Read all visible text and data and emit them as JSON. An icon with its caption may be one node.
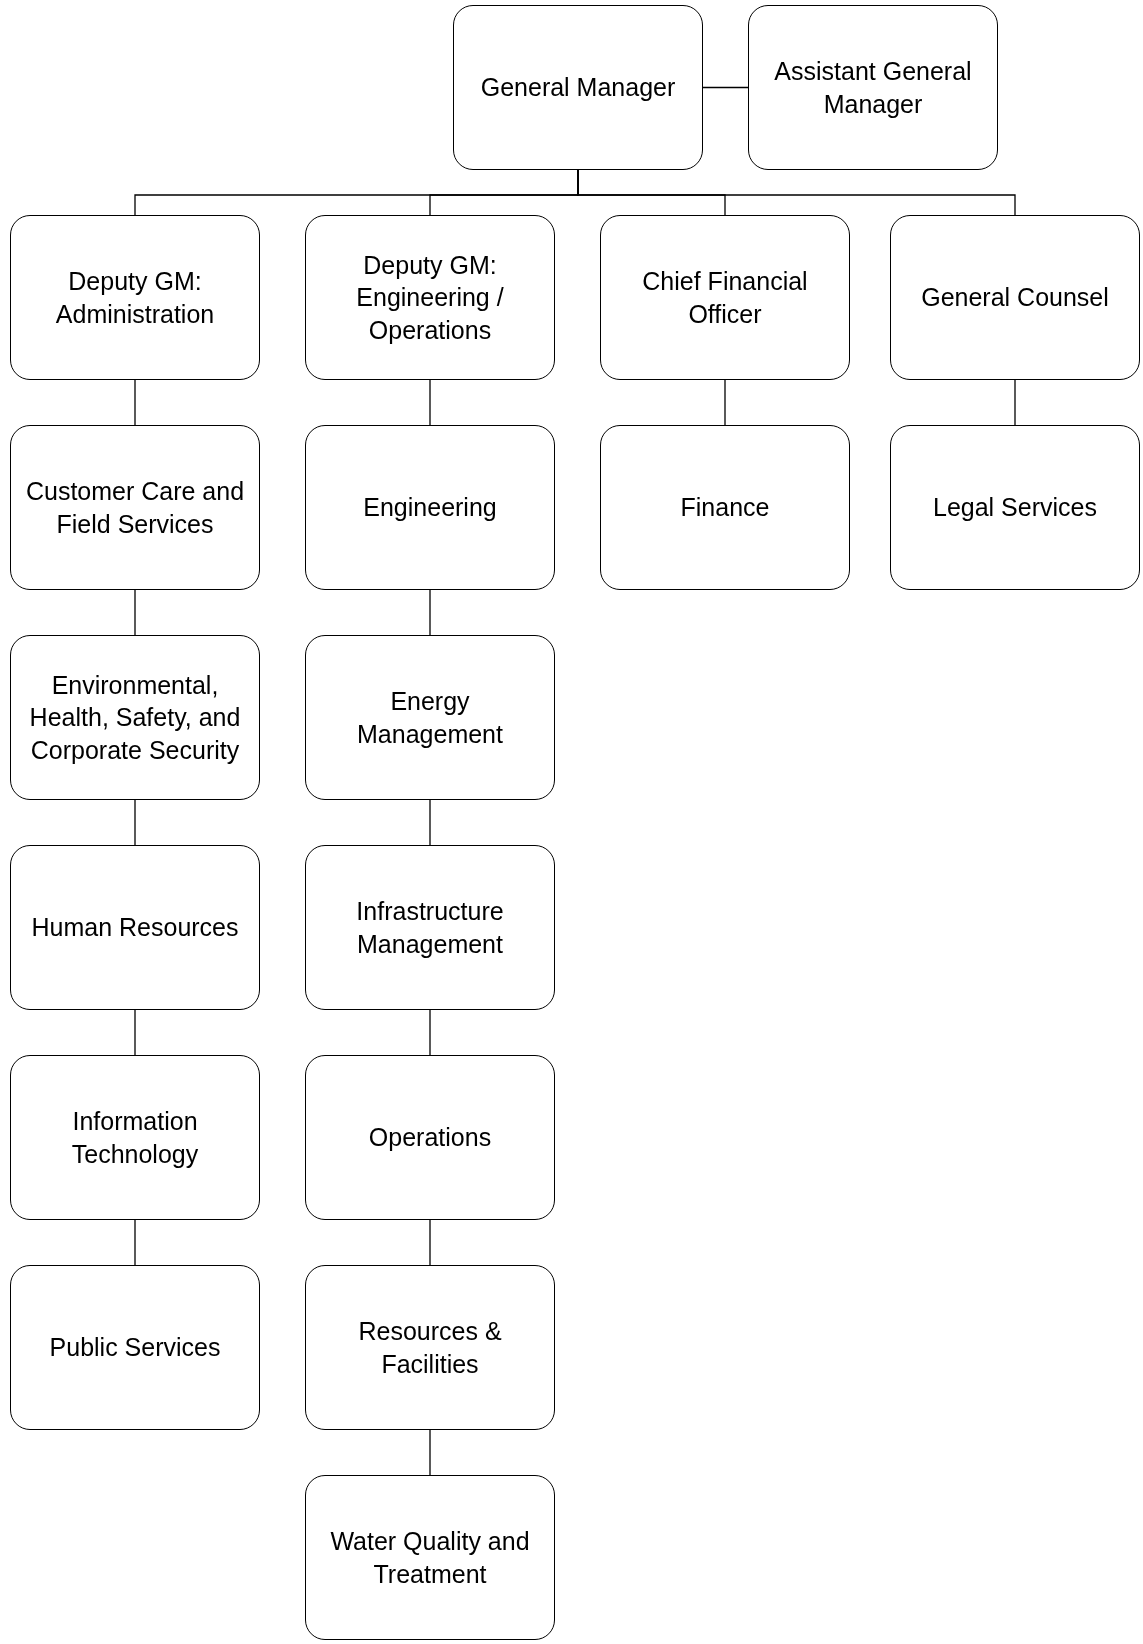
{
  "diagram": {
    "nodes": [
      {
        "text": [
          "General Manager"
        ]
      },
      {
        "text": [
          "Assistant General Manager"
        ]
      },
      {
        "text": [
          "Deputy GM: Administration"
        ]
      },
      {
        "text": [
          "Deputy GM: Engineering / Operations"
        ]
      },
      {
        "text": [
          "Chief Financial Officer"
        ]
      },
      {
        "text": [
          "General Counsel"
        ]
      },
      {
        "text": [
          "Customer Care and Field Services"
        ]
      },
      {
        "text": [
          "Engineering"
        ]
      },
      {
        "text": [
          "Finance"
        ]
      },
      {
        "text": [
          "Legal Services"
        ]
      },
      {
        "text": [
          "Environmental, Health, Safety, and Corporate Security"
        ]
      },
      {
        "text": [
          "Energy Management"
        ]
      },
      {
        "text": [
          "Human Resources"
        ]
      },
      {
        "text": [
          "Infrastructure Management"
        ]
      },
      {
        "text": [
          "Information Technology"
        ]
      },
      {
        "text": [
          "Operations"
        ]
      },
      {
        "text": [
          "Public Services"
        ]
      },
      {
        "text": [
          "Resources & Facilities"
        ]
      },
      {
        "text": [
          "Water Quality and Treatment"
        ]
      }
    ],
    "edges": [
      {
        "from": 0,
        "to": 1,
        "arrow": "none"
      },
      {
        "from": 0,
        "to": 2,
        "arrow": "none"
      },
      {
        "from": 0,
        "to": 3,
        "arrow": "none"
      },
      {
        "from": 0,
        "to": 4,
        "arrow": "none"
      },
      {
        "from": 0,
        "to": 5,
        "arrow": "none"
      },
      {
        "from": 2,
        "to": 6,
        "arrow": "none"
      },
      {
        "from": 6,
        "to": 10,
        "arrow": "none"
      },
      {
        "from": 10,
        "to": 12,
        "arrow": "none"
      },
      {
        "from": 12,
        "to": 14,
        "arrow": "none"
      },
      {
        "from": 14,
        "to": 16,
        "arrow": "none"
      },
      {
        "from": 3,
        "to": 7,
        "arrow": "none"
      },
      {
        "from": 7,
        "to": 11,
        "arrow": "none"
      },
      {
        "from": 11,
        "to": 13,
        "arrow": "none"
      },
      {
        "from": 13,
        "to": 15,
        "arrow": "none"
      },
      {
        "from": 15,
        "to": 17,
        "arrow": "none"
      },
      {
        "from": 17,
        "to": 18,
        "arrow": "none"
      },
      {
        "from": 4,
        "to": 8,
        "arrow": "none"
      },
      {
        "from": 5,
        "to": 9,
        "arrow": "none"
      }
    ]
  }
}
